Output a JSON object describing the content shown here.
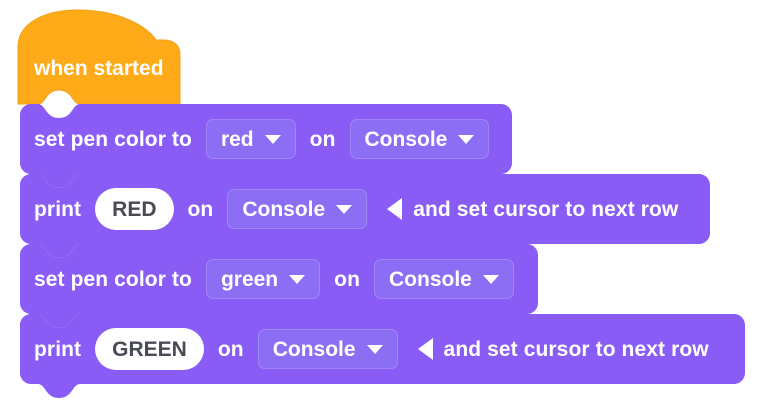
{
  "workspace": {
    "background_color": "#ffffff",
    "block_colors": {
      "event_hat": "#ffab19",
      "event_hat_stroke": "#f0a11a",
      "statement": "#8a5cf6",
      "statement_light": "#9b7bf7",
      "field_fill": "#8c6ef5",
      "field_stroke": "#9f86f7",
      "text_field_fill": "#ffffff",
      "text_field_text": "#484b54",
      "label_text": "#ffffff"
    }
  },
  "script": {
    "hat": {
      "name": "when-started",
      "label": "when started"
    },
    "blocks": [
      {
        "id": "set-pen-color-red",
        "kind": "statement",
        "parts": [
          {
            "type": "label",
            "text": "set pen color to"
          },
          {
            "type": "dropdown",
            "name": "pen-color-dropdown",
            "value": "red"
          },
          {
            "type": "label",
            "text": "on"
          },
          {
            "type": "dropdown",
            "name": "target-dropdown",
            "value": "Console"
          }
        ]
      },
      {
        "id": "print-red",
        "kind": "statement",
        "parts": [
          {
            "type": "label",
            "text": "print"
          },
          {
            "type": "text",
            "name": "print-text-input",
            "value": "RED"
          },
          {
            "type": "label",
            "text": "on"
          },
          {
            "type": "dropdown",
            "name": "target-dropdown",
            "value": "Console"
          },
          {
            "type": "arrow",
            "name": "collapse-arrow-icon"
          },
          {
            "type": "label",
            "text": "and set cursor to next row"
          }
        ]
      },
      {
        "id": "set-pen-color-green",
        "kind": "statement",
        "parts": [
          {
            "type": "label",
            "text": "set pen color to"
          },
          {
            "type": "dropdown",
            "name": "pen-color-dropdown",
            "value": "green"
          },
          {
            "type": "label",
            "text": "on"
          },
          {
            "type": "dropdown",
            "name": "target-dropdown",
            "value": "Console"
          }
        ]
      },
      {
        "id": "print-green",
        "kind": "statement",
        "parts": [
          {
            "type": "label",
            "text": "print"
          },
          {
            "type": "text",
            "name": "print-text-input",
            "value": "GREEN"
          },
          {
            "type": "label",
            "text": "on"
          },
          {
            "type": "dropdown",
            "name": "target-dropdown",
            "value": "Console"
          },
          {
            "type": "arrow",
            "name": "collapse-arrow-icon"
          },
          {
            "type": "label",
            "text": "and set cursor to next row"
          }
        ]
      }
    ]
  },
  "rows": {
    "r1": {
      "l1": "set pen color to",
      "d1": "red",
      "l2": "on",
      "d2": "Console"
    },
    "r2": {
      "l1": "print",
      "t1": "RED",
      "l2": "on",
      "d1": "Console",
      "l3": "and set cursor to next row"
    },
    "r3": {
      "l1": "set pen color to",
      "d1": "green",
      "l2": "on",
      "d2": "Console"
    },
    "r4": {
      "l1": "print",
      "t1": "GREEN",
      "l2": "on",
      "d1": "Console",
      "l3": "and set cursor to next row"
    }
  }
}
